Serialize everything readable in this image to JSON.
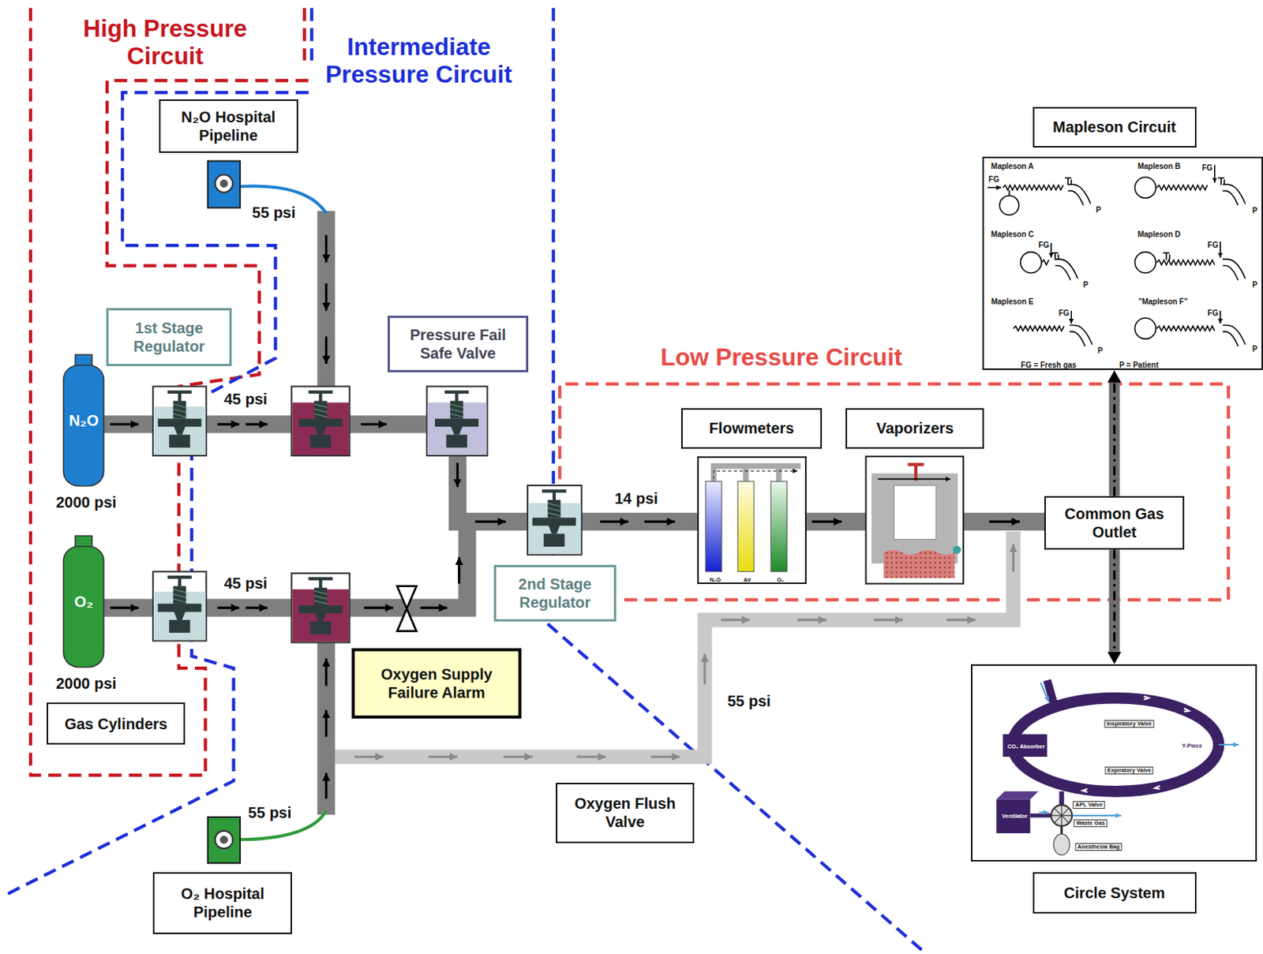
{
  "diagram": {
    "nodes": [
      {
        "text": [
          "N₂O Hospital Pipeline"
        ]
      },
      {
        "text": [
          "1st Stage Regulator"
        ]
      },
      {
        "text": [
          "Pressure Fail Safe Valve"
        ]
      },
      {
        "text": [
          "N₂O"
        ]
      },
      {
        "text": [
          "O₂"
        ]
      },
      {
        "text": [
          "Flowmeters"
        ]
      },
      {
        "text": [
          "N₂O",
          "Air",
          "O₂"
        ]
      },
      {
        "text": [
          "Vaporizers"
        ]
      },
      {
        "text": [
          "2nd Stage Regulator"
        ]
      },
      {
        "text": [
          "Common Gas Outlet"
        ]
      },
      {
        "text": [
          "Mapleson Circuit"
        ]
      },
      {
        "text": [
          "Mapleson A",
          "FG",
          "P",
          "Mapleson B",
          "FG",
          "P",
          "Mapleson C",
          "FG",
          "P",
          "Mapleson D",
          "FG",
          "P",
          "Mapleson E",
          "FG",
          "P",
          "\"Mapleson F\"",
          "FG",
          "P",
          "FG = Fresh gas",
          "P = Patient"
        ]
      },
      {
        "text": [
          "Oxygen Supply Failure Alarm"
        ]
      },
      {
        "text": [
          "Gas Cylinders"
        ]
      },
      {
        "text": [
          "Oxygen Flush Valve"
        ]
      },
      {
        "text": [
          "CO₂ Absorber",
          "Inspiratory Valve",
          "Y-Piece",
          "Expiratory Valve",
          "Ventilator",
          "APL Valve",
          "Waste Gas",
          "Anesthesia Bag"
        ]
      },
      {
        "text": [
          "Circle System"
        ]
      },
      {
        "text": [
          "O₂ Hospital Pipeline"
        ]
      }
    ],
    "edges": [
      {
        "from": 9,
        "to": 11,
        "arrow": "to"
      },
      {
        "from": 9,
        "to": 15,
        "arrow": "to"
      }
    ],
    "labels": [
      "High Pressure Circuit",
      "Intermediate Pressure Circuit",
      "Low Pressure Circuit",
      "55 psi",
      "45 psi",
      "2000 psi",
      "45 psi",
      "14 psi",
      "2000 psi",
      "55 psi",
      "55 psi"
    ]
  }
}
